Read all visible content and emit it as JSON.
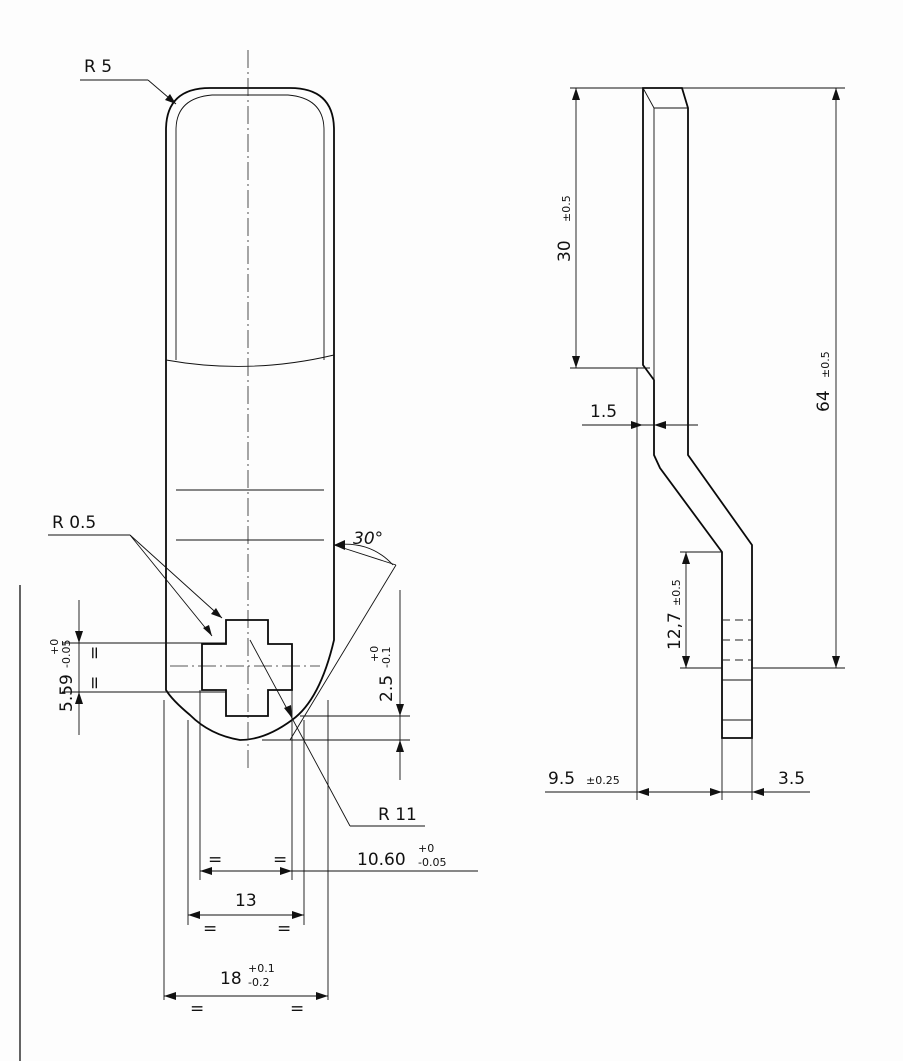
{
  "front_view": {
    "radius_top": "R 5",
    "radius_corner": "R 0.5",
    "angle": "30°",
    "height_value": "5.59",
    "height_tol_upper": "+0",
    "height_tol_lower": "-0.05",
    "offset_value": "2.5",
    "offset_tol_upper": "+0",
    "offset_tol_lower": "-0.1",
    "radius_bottom": "R 11",
    "width_inner_value": "10.60",
    "width_inner_tol_upper": "+0",
    "width_inner_tol_lower": "-0.05",
    "width_mid": "13",
    "width_total_value": "18",
    "width_total_tol_upper": "+0.1",
    "width_total_tol_lower": "-0.2",
    "equal_mark": "="
  },
  "side_view": {
    "upper_length_value": "30",
    "upper_length_tol": "±0.5",
    "total_length_value": "64",
    "total_length_tol": "±0.5",
    "thickness": "1.5",
    "lower_length_value": "12,7",
    "lower_length_tol": "±0.5",
    "offset_value": "9.5",
    "offset_tol": "±0.25",
    "tab_width": "3.5"
  }
}
